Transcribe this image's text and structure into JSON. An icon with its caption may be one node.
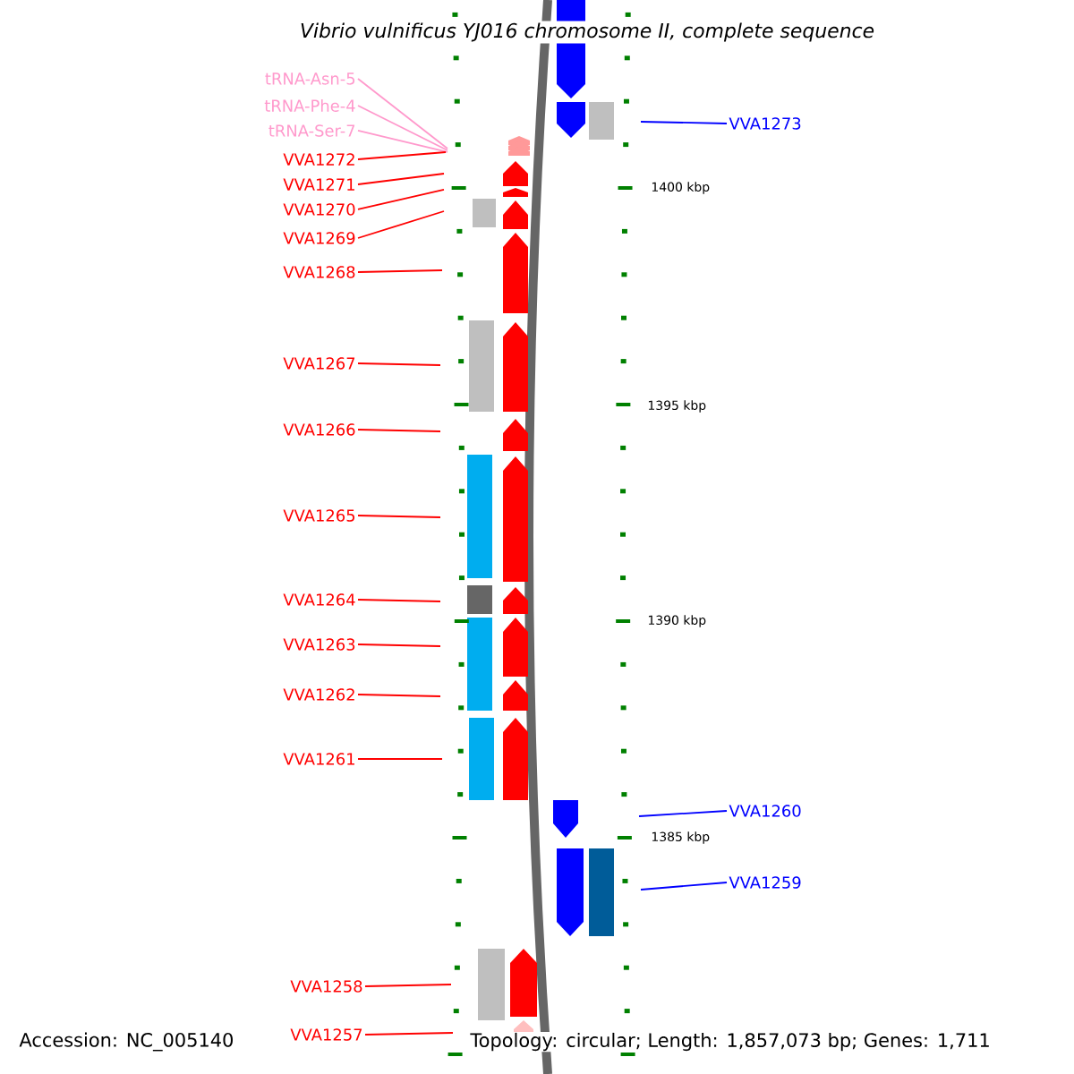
{
  "diagram": {
    "title": "Vibrio vulnificus YJ016 chromosome II, complete sequence",
    "nodes": [
      {
        "text": [
          "tRNA-Asn-5"
        ]
      },
      {
        "text": [
          "tRNA-Phe-4"
        ]
      },
      {
        "text": [
          "tRNA-Ser-7"
        ]
      },
      {
        "text": [
          "VVA1272"
        ]
      },
      {
        "text": [
          "VVA1271"
        ]
      },
      {
        "text": [
          "VVA1270"
        ]
      },
      {
        "text": [
          "VVA1269"
        ]
      },
      {
        "text": [
          "VVA1268"
        ]
      },
      {
        "text": [
          "VVA1267"
        ]
      },
      {
        "text": [
          "VVA1266"
        ]
      },
      {
        "text": [
          "VVA1265"
        ]
      },
      {
        "text": [
          "VVA1264"
        ]
      },
      {
        "text": [
          "VVA1263"
        ]
      },
      {
        "text": [
          "VVA1262"
        ]
      },
      {
        "text": [
          "VVA1261"
        ]
      },
      {
        "text": [
          "VVA1258"
        ]
      },
      {
        "text": [
          "VVA1257"
        ]
      },
      {
        "text": [
          "VVA1273"
        ]
      },
      {
        "text": [
          "VVA1260"
        ]
      },
      {
        "text": [
          "VVA1259"
        ]
      }
    ],
    "edges": [
      {
        "from": 0,
        "to": null,
        "arrow": "none",
        "color": "#ff99cc"
      },
      {
        "from": 1,
        "to": null,
        "arrow": "none",
        "color": "#ff99cc"
      },
      {
        "from": 2,
        "to": null,
        "arrow": "none",
        "color": "#ff99cc"
      },
      {
        "from": 3,
        "to": null,
        "arrow": "none"
      },
      {
        "from": 4,
        "to": null,
        "arrow": "none"
      },
      {
        "from": 5,
        "to": null,
        "arrow": "none"
      },
      {
        "from": 6,
        "to": null,
        "arrow": "none"
      },
      {
        "from": 7,
        "to": null,
        "arrow": "none"
      },
      {
        "from": 8,
        "to": null,
        "arrow": "none"
      },
      {
        "from": 9,
        "to": null,
        "arrow": "none"
      },
      {
        "from": 10,
        "to": null,
        "arrow": "none"
      },
      {
        "from": 11,
        "to": null,
        "arrow": "none"
      },
      {
        "from": 12,
        "to": null,
        "arrow": "none"
      },
      {
        "from": 13,
        "to": null,
        "arrow": "none"
      },
      {
        "from": 14,
        "to": null,
        "arrow": "none"
      },
      {
        "from": 15,
        "to": null,
        "arrow": "none"
      },
      {
        "from": 16,
        "to": null,
        "arrow": "none"
      },
      {
        "from": 17,
        "to": null,
        "arrow": "none",
        "color": "#0000ff"
      },
      {
        "from": 18,
        "to": null,
        "arrow": "none",
        "color": "#0000ff"
      },
      {
        "from": 19,
        "to": null,
        "arrow": "none",
        "color": "#0000ff"
      }
    ],
    "labels": [
      "1400 kbp",
      "1395 kbp",
      "1390 kbp",
      "1385 kbp",
      "Accession: NC_005140",
      "Topology: circular; Length: 1,857,073 bp; Genes: 1,711"
    ]
  }
}
